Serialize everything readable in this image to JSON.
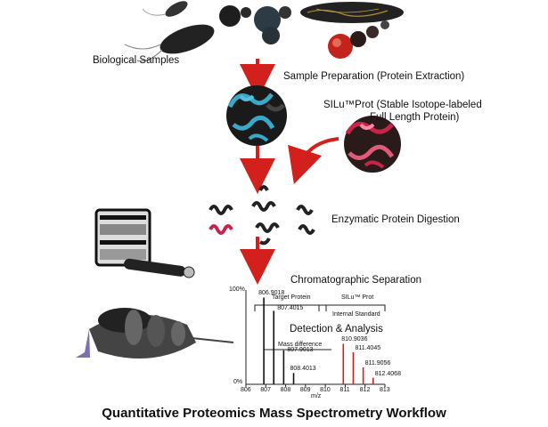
{
  "labels": {
    "biological_samples": "Biological Samples",
    "sample_preparation": "Sample Preparation (Protein Extraction)",
    "silu_prot_line1": "SILu™Prot  (Stable Isotope-labeled",
    "silu_prot_line2": "Full Length Protein)",
    "digestion": "Enzymatic Protein Digestion",
    "chromatography": "Chromatographic Separation",
    "detection": "Detection & Analysis",
    "title": "Quantitative Proteomics Mass Spectrometry Workflow"
  },
  "spectrum": {
    "y_top": "100%",
    "y_bottom": "0%",
    "target_label": "Target Protein",
    "silu_label": "SILu™ Prot",
    "internal_standard": "Internal Standard",
    "mass_difference": "Mass difference",
    "x_unit": "m/z",
    "x_ticks": [
      "806",
      "807",
      "808",
      "809",
      "810",
      "811",
      "812",
      "813"
    ],
    "peak_labels": [
      "806.9018",
      "807.4015",
      "807.9013",
      "808.4013",
      "810.9036",
      "811.4045",
      "811.9056",
      "812.4068"
    ]
  },
  "colors": {
    "arrow": "#d4201c",
    "target_peaks": "#111111",
    "silu_peaks": "#d4201c",
    "protein_blue": "#3aa9c9",
    "protein_red": "#c8234a"
  },
  "icons": [
    "bacteria-icon",
    "cells-icon",
    "tissue-icon",
    "protein-structure-icon",
    "labeled-protein-icon",
    "peptide-fragments-icon",
    "hplc-instrument-icon",
    "mass-spectrometer-icon"
  ]
}
